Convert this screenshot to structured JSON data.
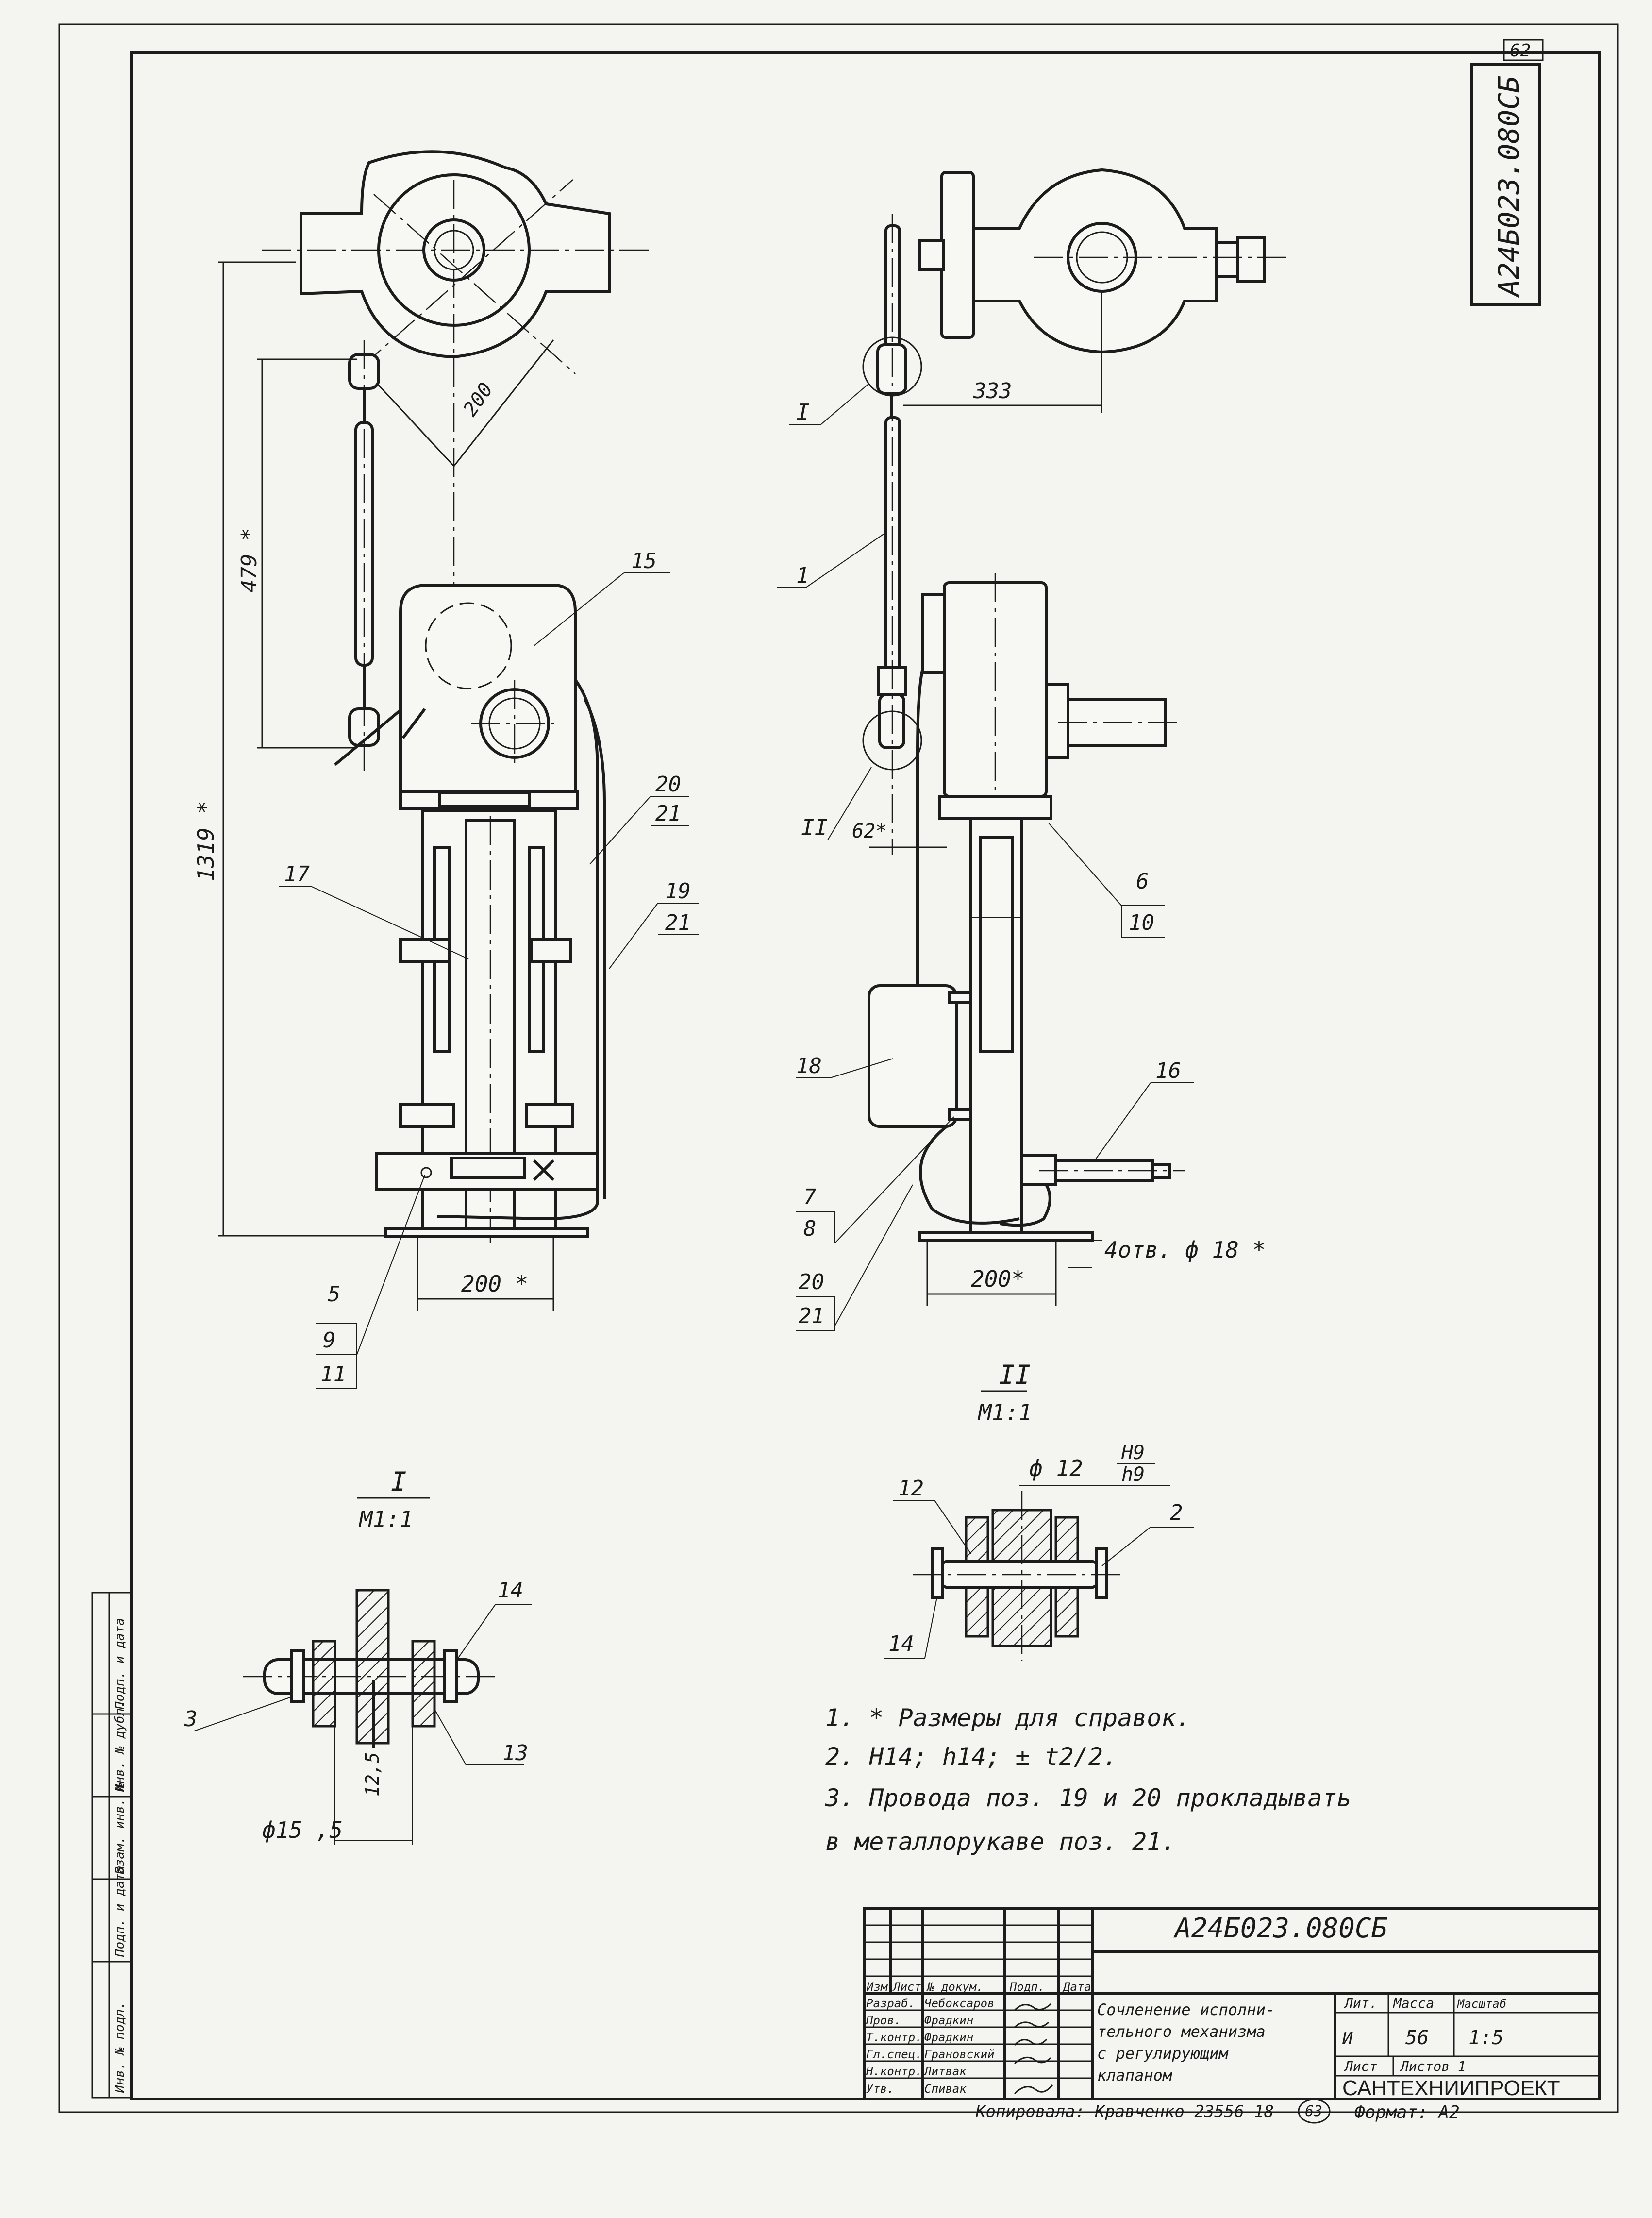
{
  "sheet_number": "62",
  "designation_vertical": "А24Б023.080СБ",
  "dimensions": {
    "d200_diag": "200",
    "d479": "479 *",
    "d1319": "1319 *",
    "d333": "333",
    "d62": "62*",
    "d200_left": "200 *",
    "d200_right": "200*",
    "holes": "4отв. ф 18 *",
    "d155": "ф15 ,5",
    "d125": "12,5",
    "d12": "ф 12",
    "fit_h9": "H9",
    "fit_h9b": "h9"
  },
  "callouts": {
    "p1": "1",
    "p2": "2",
    "p3": "3",
    "p5": "5",
    "p6": "6",
    "p7": "7",
    "p8": "8",
    "p9": "9",
    "p10": "10",
    "p11": "11",
    "p12": "12",
    "p13": "13",
    "p14a": "14",
    "p14b": "14",
    "p15": "15",
    "p16": "16",
    "p17": "17",
    "p18": "18",
    "p19": "19",
    "p20a": "20",
    "p20b": "20",
    "p21a": "21",
    "p21b": "21",
    "p21c": "21"
  },
  "views": {
    "v1_marker": "I",
    "v2_marker": "II",
    "detail1_title": "I",
    "detail1_scale": "М1:1",
    "detail2_title": "II",
    "detail2_scale": "М1:1"
  },
  "notes": [
    "1. * Размеры для справок.",
    "2. Н14; h14; ± t2/2.",
    "3. Провода поз. 19 и 20 прокладывать",
    "в металлорукаве поз. 21."
  ],
  "left_margin_labels": [
    "Инв. № подл.",
    "Подп. и дата",
    "Взам. инв. №",
    "Инв. № дубл.",
    "Подп. и дата"
  ],
  "title_block": {
    "designation": "А24Б023.080СБ",
    "name_lines": [
      "Сочленение исполни-",
      "тельного механизма",
      "с регулирующим",
      "клапаном"
    ],
    "header_cols": [
      "Изм.",
      "Лист",
      "№ докум.",
      "Подп.",
      "Дата"
    ],
    "roles": [
      {
        "role": "Разраб.",
        "name": "Чебоксаров"
      },
      {
        "role": "Пров.",
        "name": "Фрадкин"
      },
      {
        "role": "Т.контр.",
        "name": "Фрадкин"
      },
      {
        "role": "Гл.спец.",
        "name": "Грановский"
      },
      {
        "role": "Н.контр.",
        "name": "Литвак"
      },
      {
        "role": "Утв.",
        "name": "Спивак"
      }
    ],
    "lit_label": "Лит.",
    "mass_label": "Масса",
    "scale_label": "Масштаб",
    "lit_value": "И",
    "mass_value": "56",
    "scale_value": "1:5",
    "sheet_label": "Лист",
    "sheets_label": "Листов 1",
    "org": "САНТЕХНИИПРОЕКТ"
  },
  "footer": {
    "copied": "Копировала: Кравченко 23556-18",
    "page": "63",
    "format": "Формат: А2"
  }
}
